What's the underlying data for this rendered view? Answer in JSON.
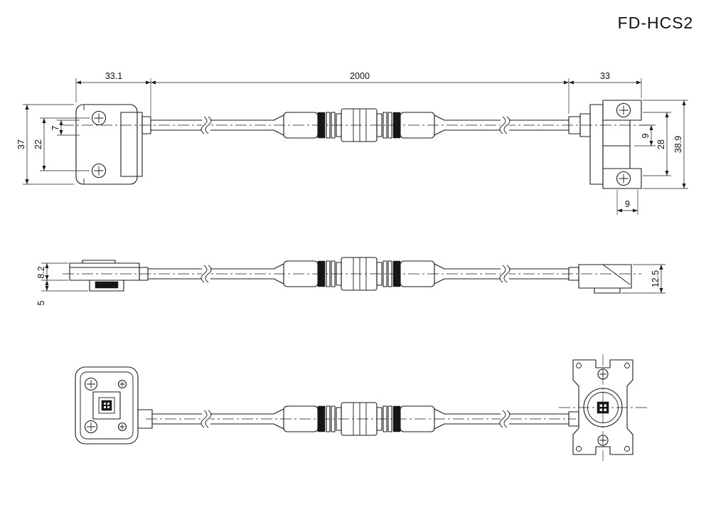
{
  "title": "FD-HCS2",
  "top_view": {
    "dim_left_connector_width": "33.1",
    "dim_cable_length": "2000",
    "dim_right_connector_width": "33",
    "dim_left_overall_height": "37",
    "dim_left_screw_pitch": "22",
    "dim_left_cable_offset": "7",
    "dim_right_cable_offset": "9",
    "dim_right_screw_pitch": "28",
    "dim_right_overall_height": "38.9",
    "dim_right_flange_width": "9"
  },
  "side_view": {
    "dim_left_body_height": "8.2",
    "dim_left_foot_height": "5",
    "dim_right_overall_height": "12.5"
  }
}
